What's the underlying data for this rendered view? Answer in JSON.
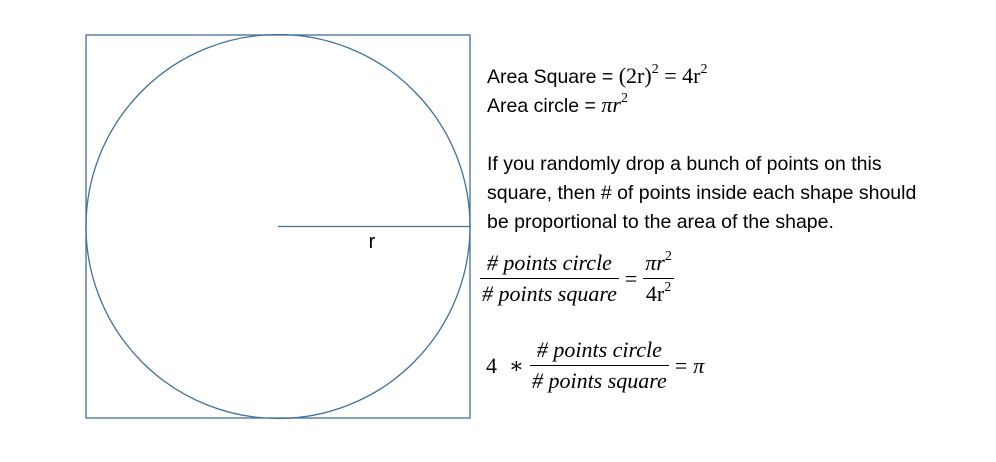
{
  "diagram": {
    "radius_label": "r",
    "stroke_color": "#41719c"
  },
  "formulas": {
    "area_square_label": "Area Square = ",
    "area_square_lhs": "(2r)",
    "area_square_eq": " = 4r",
    "area_circle_label": "Area circle = ",
    "area_circle_expr": "πr"
  },
  "explanation": {
    "lines": [
      "If you randomly drop a bunch of points on this",
      "square, then # of points inside each shape should",
      "be proportional to the area of the shape."
    ]
  },
  "equation1": {
    "numerator": "# points circle",
    "denominator": "# points square",
    "rhs_numerator": "πr",
    "rhs_denominator": "4r"
  },
  "equation2": {
    "coefficient": "4",
    "numerator": "# points circle",
    "denominator": "# points square",
    "result": "π"
  }
}
